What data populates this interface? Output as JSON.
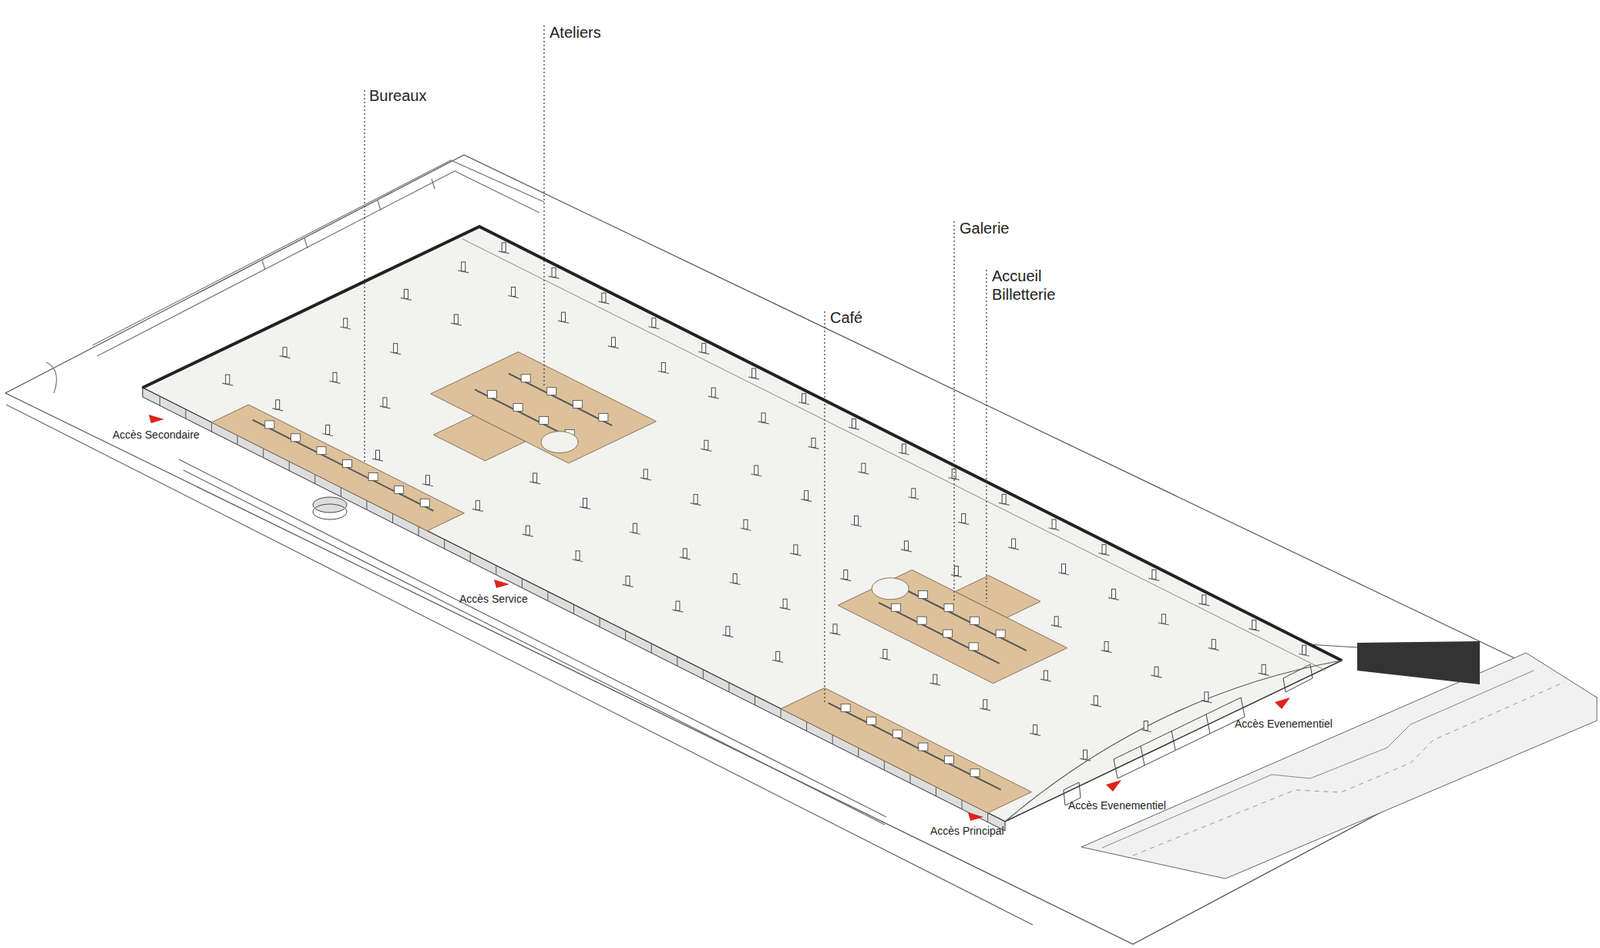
{
  "diagram": {
    "labels": [
      "Bureaux",
      "Ateliers",
      "Galerie",
      "Accueil Billetterie",
      "Café",
      "Accès Secondaire",
      "Accès Service",
      "Accès Principal",
      "Accès Evenementiel",
      "Accès Evenementiel"
    ]
  }
}
